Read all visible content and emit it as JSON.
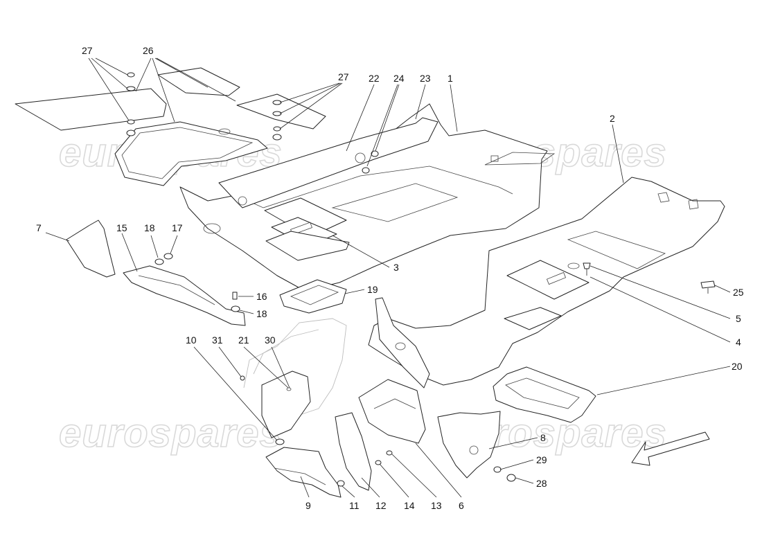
{
  "watermark": "eurospares",
  "callouts": [
    {
      "id": "c27a",
      "text": "27"
    },
    {
      "id": "c26",
      "text": "26"
    },
    {
      "id": "c27b",
      "text": "27"
    },
    {
      "id": "c22",
      "text": "22"
    },
    {
      "id": "c24",
      "text": "24"
    },
    {
      "id": "c23",
      "text": "23"
    },
    {
      "id": "c1",
      "text": "1"
    },
    {
      "id": "c2",
      "text": "2"
    },
    {
      "id": "c7",
      "text": "7"
    },
    {
      "id": "c15",
      "text": "15"
    },
    {
      "id": "c18a",
      "text": "18"
    },
    {
      "id": "c17",
      "text": "17"
    },
    {
      "id": "c16",
      "text": "16"
    },
    {
      "id": "c18b",
      "text": "18"
    },
    {
      "id": "c3",
      "text": "3"
    },
    {
      "id": "c19",
      "text": "19"
    },
    {
      "id": "c25",
      "text": "25"
    },
    {
      "id": "c5",
      "text": "5"
    },
    {
      "id": "c4",
      "text": "4"
    },
    {
      "id": "c20",
      "text": "20"
    },
    {
      "id": "c10",
      "text": "10"
    },
    {
      "id": "c31",
      "text": "31"
    },
    {
      "id": "c21",
      "text": "21"
    },
    {
      "id": "c30",
      "text": "30"
    },
    {
      "id": "c8",
      "text": "8"
    },
    {
      "id": "c29",
      "text": "29"
    },
    {
      "id": "c28",
      "text": "28"
    },
    {
      "id": "c9",
      "text": "9"
    },
    {
      "id": "c11",
      "text": "11"
    },
    {
      "id": "c12",
      "text": "12"
    },
    {
      "id": "c14",
      "text": "14"
    },
    {
      "id": "c13",
      "text": "13"
    },
    {
      "id": "c6",
      "text": "6"
    }
  ]
}
